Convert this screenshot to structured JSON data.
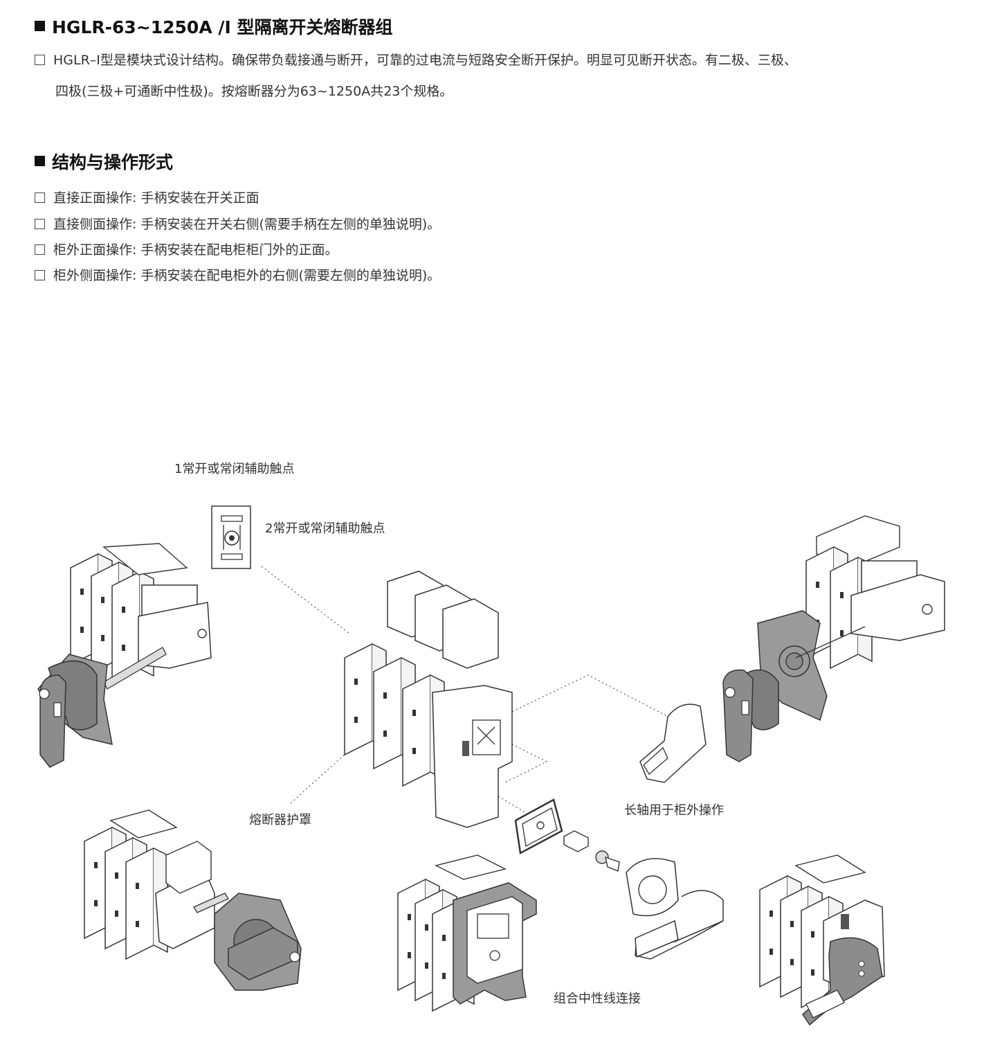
{
  "section1": {
    "title": "HGLR-63~1250A /I 型隔离开关熔断器组",
    "desc_line1": "HGLR–I型是模块式设计结构。确保带负载接通与断开，可靠的过电流与短路安全断开保护。明显可见断开状态。有二极、三极、",
    "desc_line2": "四极(三极+可通断中性极)。按熔断器分为63~1250A共23个规格。"
  },
  "section2": {
    "title": "结构与操作形式",
    "items": [
      "直接正面操作:  手柄安装在开关正面",
      "直接侧面操作:  手柄安装在开关右侧(需要手柄在左侧的单独说明)。",
      "柜外正面操作:  手柄安装在配电柜柜门外的正面。",
      "柜外侧面操作:  手柄安装在配电柜外的右侧(需要左侧的单独说明)。"
    ]
  },
  "figure": {
    "labels": {
      "aux1": "1常开或常闭辅助触点",
      "aux2": "2常开或常闭辅助触点",
      "fuse_cover": "熔断器护罩",
      "long_shaft": "长轴用于柜外操作",
      "neutral": "组合中性线连接"
    },
    "colors": {
      "outline": "#333333",
      "part_fill": "#ffffff",
      "handle_fill": "#8c8c8c",
      "plate_fill": "#9a9a9a"
    }
  }
}
